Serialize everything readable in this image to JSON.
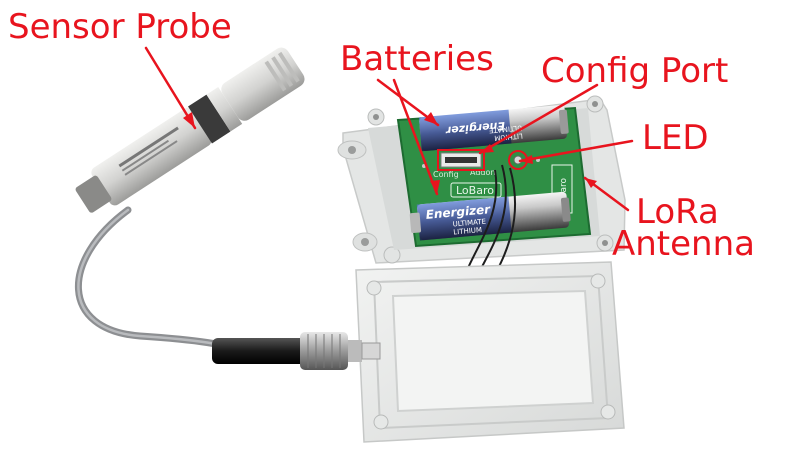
{
  "labels": {
    "sensor_probe": "Sensor Probe",
    "batteries": "Batteries",
    "config_port": "Config Port",
    "led": "LED",
    "lora": "LoRa",
    "antenna": "Antenna"
  },
  "battery_prints": {
    "top_brand": "Energizer",
    "bottom_brand": "Energizer",
    "line1": "ULTIMATE",
    "line2": "LITHIUM"
  },
  "pcb_prints": {
    "brand": "LoBaro",
    "config": "Config",
    "addon": "Addon",
    "side": "LoBaro"
  },
  "colors": {
    "label": "#e8141e",
    "enclosure": "#e9ebea",
    "pcb": "#2f8f45",
    "probe": "#d4d4d2"
  }
}
